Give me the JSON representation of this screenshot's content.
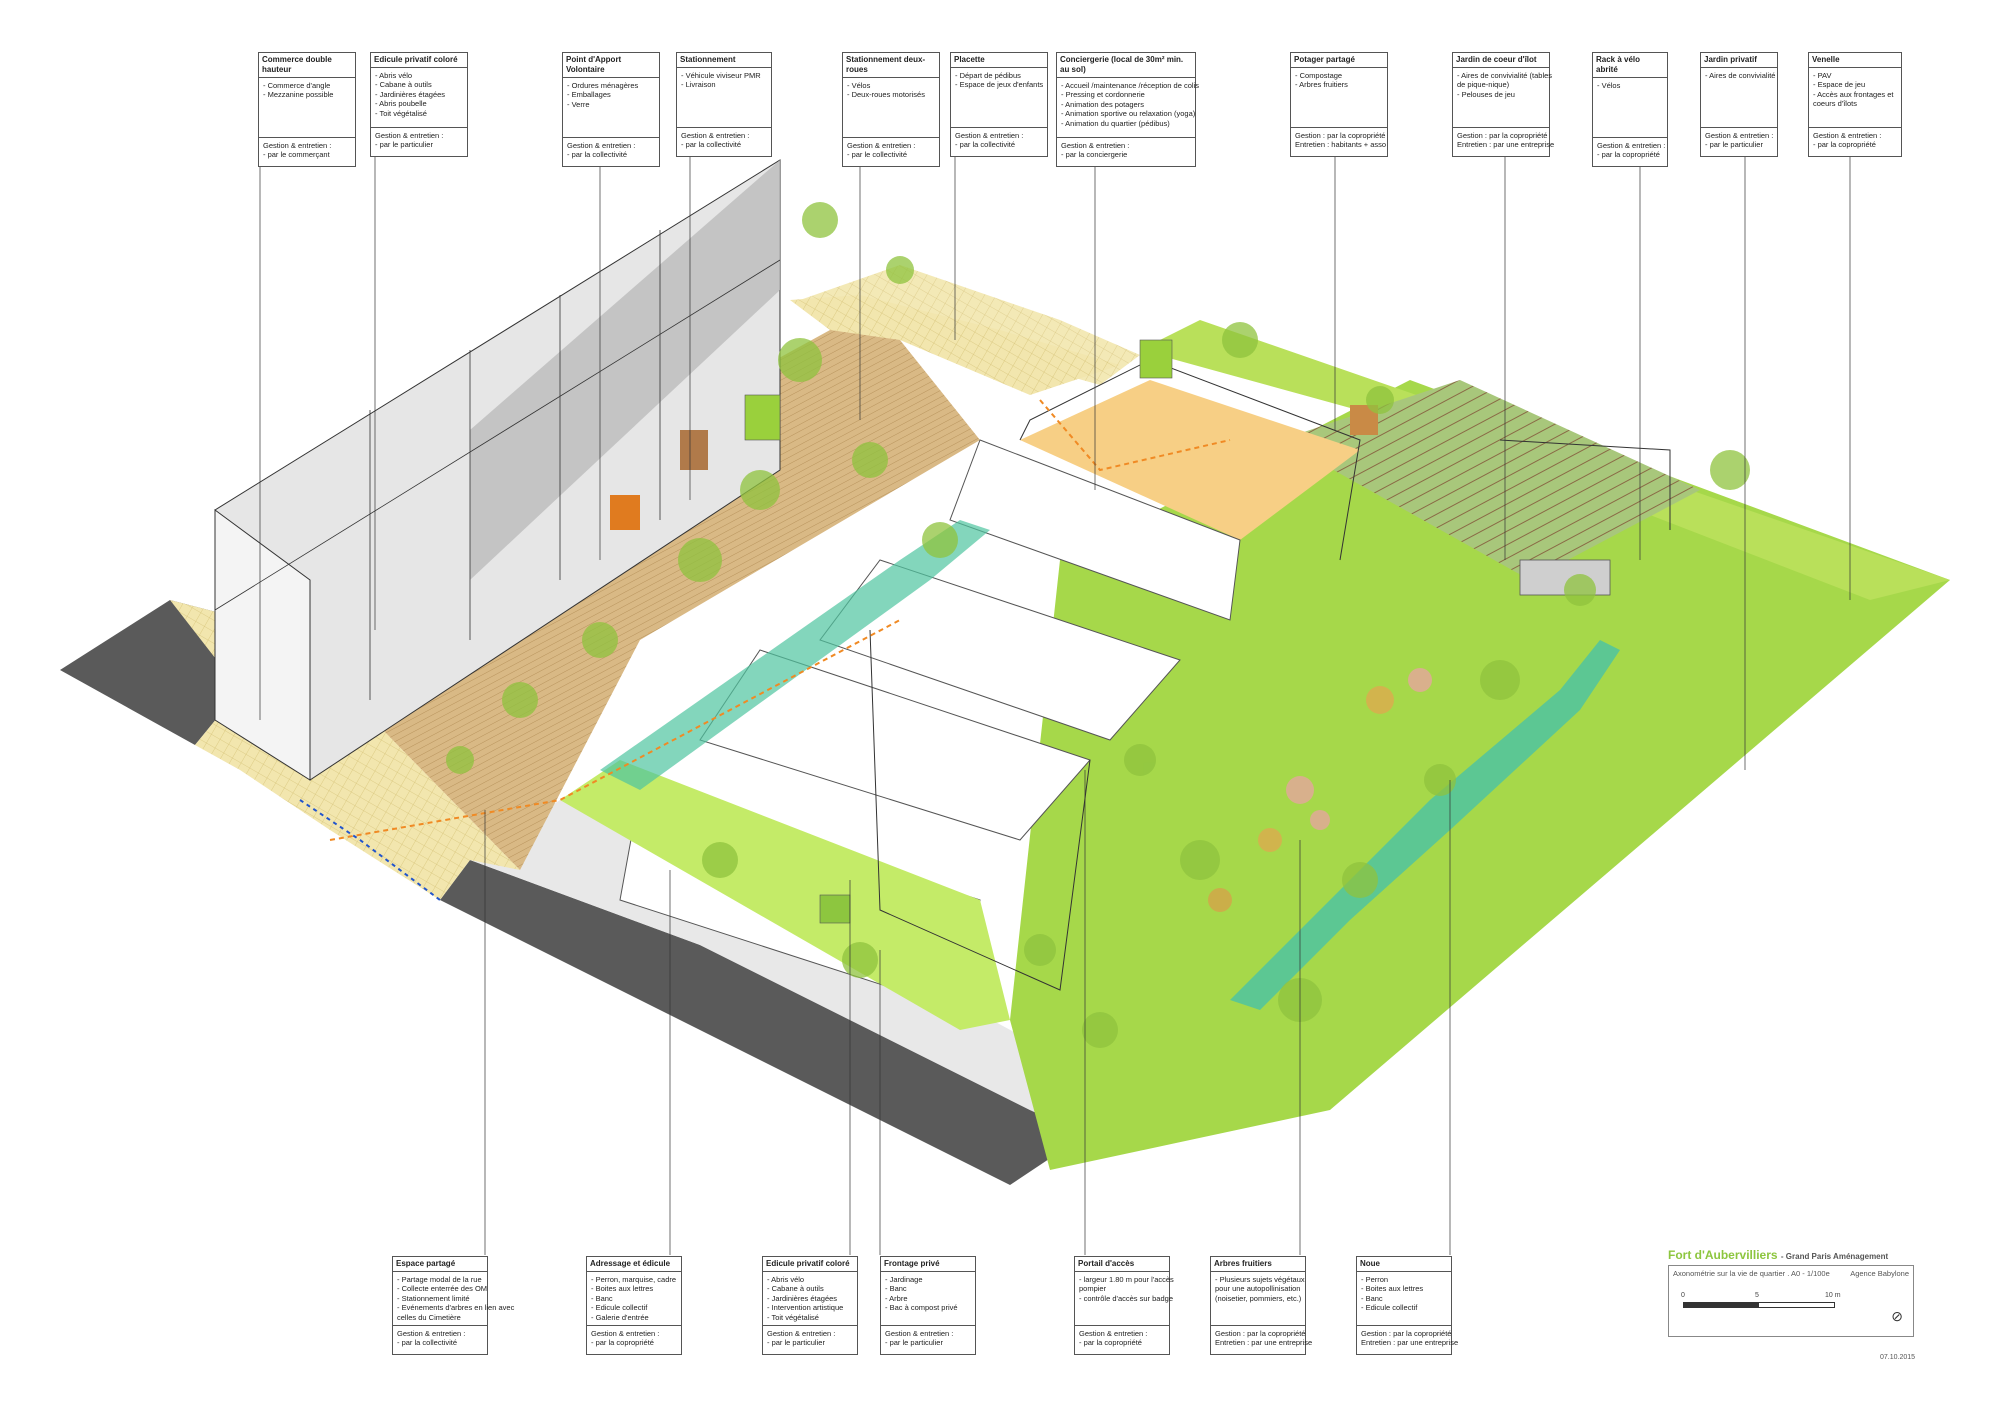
{
  "top_cards": [
    {
      "title": "Commerce double hauteur",
      "items": [
        "- Commerce d'angle",
        "- Mezzanine possible"
      ],
      "gestion": [
        "Gestion & entretien :",
        "- par le commerçant"
      ]
    },
    {
      "title": "Edicule privatif coloré",
      "items": [
        "- Abris vélo",
        "- Cabane à outils",
        "- Jardinières étagées",
        "- Abris poubelle",
        "- Toit végétalisé"
      ],
      "gestion": [
        "Gestion & entretien :",
        "- par le particulier"
      ]
    },
    {
      "title": "Point d'Apport Volontaire",
      "items": [
        "- Ordures ménagères",
        "- Emballages",
        "- Verre"
      ],
      "gestion": [
        "Gestion & entretien :",
        "- par la collectivité"
      ]
    },
    {
      "title": "Stationnement",
      "items": [
        "- Véhicule viviseur PMR",
        "- Livraison"
      ],
      "gestion": [
        "Gestion & entretien :",
        "- par la collectivité"
      ]
    },
    {
      "title": "Stationnement deux-roues",
      "items": [
        "- Vélos",
        "- Deux-roues motorisés"
      ],
      "gestion": [
        "Gestion & entretien :",
        "- par le collectivité"
      ]
    },
    {
      "title": "Placette",
      "items": [
        "- Départ de pédibus",
        "- Espace de jeux d'enfants"
      ],
      "gestion": [
        "Gestion & entretien :",
        "- par la collectivité"
      ]
    },
    {
      "title": "Conciergerie (local de 30m² min. au sol)",
      "items": [
        "- Accueil /maintenance /réception de colis",
        "- Pressing et cordonnerie",
        "- Animation des potagers",
        "- Animation sportive ou relaxation (yoga)",
        "- Animation du quartier (pédibus)"
      ],
      "gestion": [
        "Gestion & entretien :",
        "- par la conciergerie"
      ]
    },
    {
      "title": "Potager partagé",
      "items": [
        "- Compostage",
        "- Arbres fruitiers"
      ],
      "gestion": [
        "Gestion : par la copropriété",
        "Entretien : habitants + asso"
      ]
    },
    {
      "title": "Jardin de coeur d'îlot",
      "items": [
        "- Aires de convivialité (tables",
        "de pique-nique)",
        "- Pelouses de jeu"
      ],
      "gestion": [
        "Gestion : par la copropriété",
        "Entretien : par une entreprise"
      ]
    },
    {
      "title": "Rack à vélo abrité",
      "items": [
        "- Vélos"
      ],
      "gestion": [
        "Gestion & entretien :",
        "- par la copropriété"
      ]
    },
    {
      "title": "Jardin privatif",
      "items": [
        "- Aires de convivialité"
      ],
      "gestion": [
        "Gestion & entretien :",
        "- par le particulier"
      ]
    },
    {
      "title": "Venelle",
      "items": [
        "- PAV",
        "- Espace de jeu",
        "- Accès aux frontages et",
        "coeurs d'îlots"
      ],
      "gestion": [
        "Gestion & entretien :",
        "- par la copropriété"
      ]
    }
  ],
  "bottom_cards": [
    {
      "title": "Espace partagé",
      "items": [
        "- Partage modal de la rue",
        "- Collecte enterrée des OM",
        "- Stationnement limité",
        "- Evénements d'arbres en lien avec",
        "celles du Cimetière"
      ],
      "gestion": [
        "Gestion & entretien :",
        "- par la collectivité"
      ]
    },
    {
      "title": "Adressage et édicule",
      "items": [
        "- Perron, marquise, cadre",
        "- Boites aux lettres",
        "- Banc",
        "- Edicule collectif",
        "- Galerie d'entrée"
      ],
      "gestion": [
        "Gestion & entretien :",
        "- par la copropriété"
      ]
    },
    {
      "title": "Edicule privatif coloré",
      "items": [
        "- Abris vélo",
        "- Cabane à outils",
        "- Jardinières étagées",
        "- Intervention artistique",
        "- Toit végétalisé"
      ],
      "gestion": [
        "Gestion & entretien :",
        "- par le particulier"
      ]
    },
    {
      "title": "Frontage privé",
      "items": [
        "- Jardinage",
        "- Banc",
        "- Arbre",
        "- Bac à compost privé"
      ],
      "gestion": [
        "Gestion & entretien :",
        "- par le particulier"
      ]
    },
    {
      "title": "Portail d'accès",
      "items": [
        "- largeur 1.80 m pour l'accès",
        "pompier",
        "- contrôle d'accès sur badge"
      ],
      "gestion": [
        "Gestion & entretien :",
        "- par la copropriété"
      ]
    },
    {
      "title": "Arbres fruitiers",
      "items": [
        "- Plusieurs sujets végétaux",
        "pour une autopollinisation",
        "(noisetier, pommiers, etc.)"
      ],
      "gestion": [
        "Gestion : par la copropriété",
        "Entretien : par une entreprise"
      ]
    },
    {
      "title": "Noue",
      "items": [
        "- Perron",
        "- Boites aux lettres",
        "- Banc",
        "- Edicule collectif"
      ],
      "gestion": [
        "Gestion : par la copropriété",
        "Entretien : par une entreprise"
      ]
    }
  ],
  "legend": {
    "title": "Fort d'Aubervilliers",
    "subtitle": "- Grand Paris Aménagement",
    "caption": "Axonométrie sur la vie de quartier . A0 - 1/100e",
    "agency": "Agence Babylone",
    "scale_ticks": [
      "0",
      "5",
      "10 m"
    ],
    "date": "07.10.2015"
  },
  "colors": {
    "lawn": "#a6d84a",
    "lawn_light": "#c8ec6a",
    "paving": "#f0e3a8",
    "boardwalk": "#d8b882",
    "placette": "#f7cf85",
    "road": "#595959",
    "noue": "#4fc4a0",
    "building_glass": "#e3e3e3",
    "tree": "#8fc33e",
    "edicule_orange": "#e07b1f",
    "path_orange": "#f08a24",
    "legend_title": "#8dc63f"
  }
}
